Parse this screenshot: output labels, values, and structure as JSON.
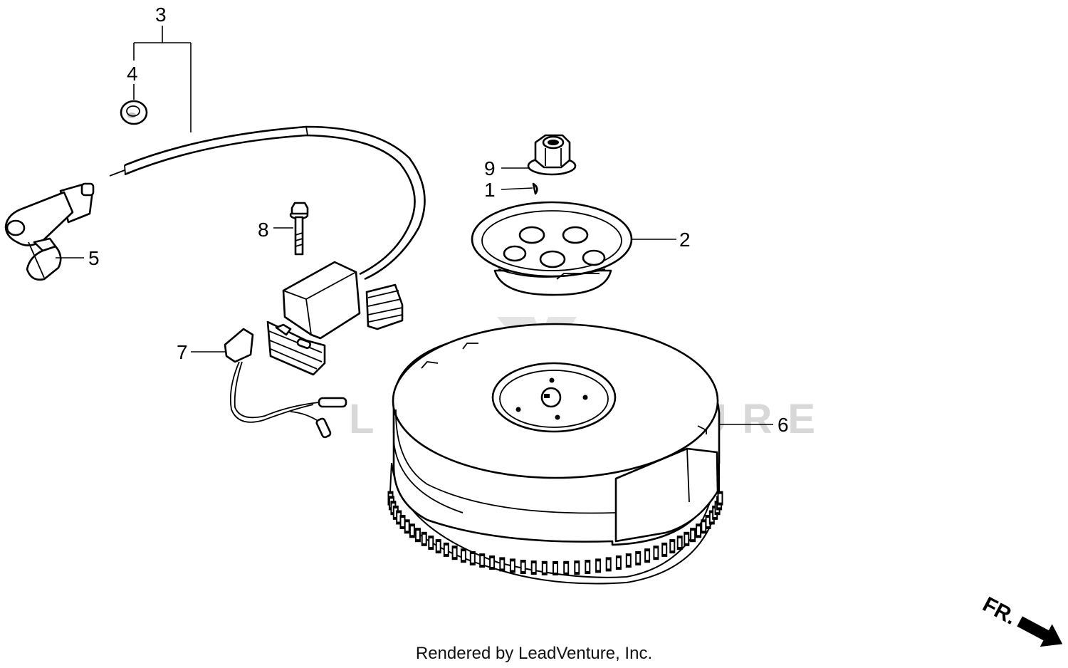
{
  "watermark": "LEADVENTURE",
  "footer": "Rendered by LeadVenture, Inc.",
  "direction_label": "FR.",
  "callouts": {
    "c1": "1",
    "c2": "2",
    "c3": "3",
    "c4": "4",
    "c5": "5",
    "c6": "6",
    "c7": "7",
    "c8": "8",
    "c9": "9"
  }
}
